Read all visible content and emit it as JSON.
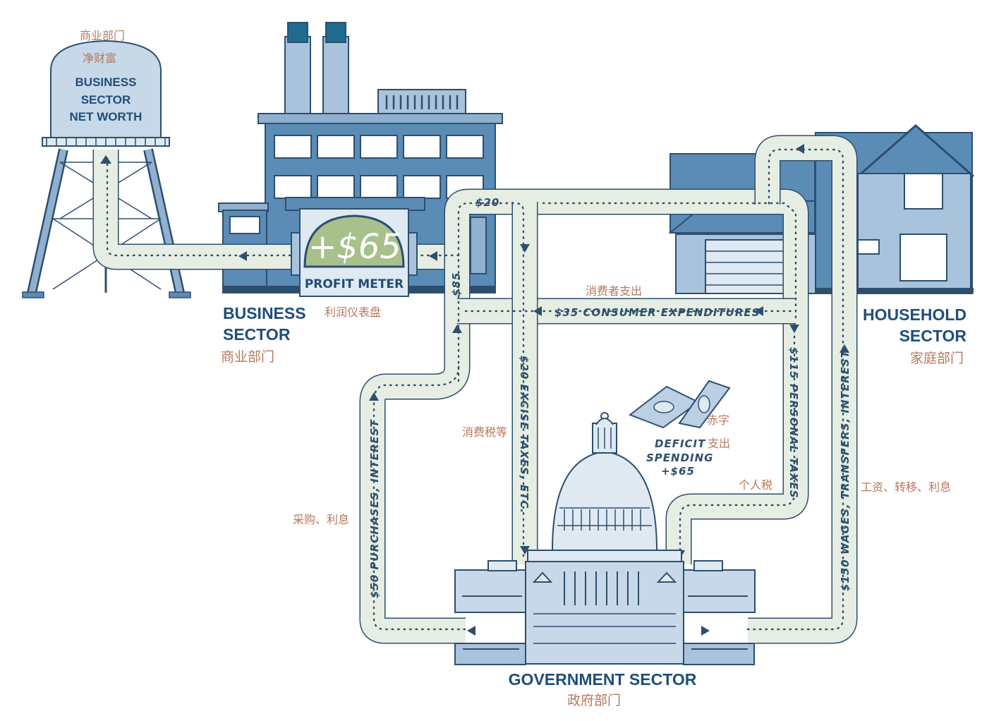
{
  "water_tower": {
    "cn_line1": "商业部门",
    "cn_line2": "净财富",
    "en_line1": "BUSINESS",
    "en_line2": "SECTOR",
    "en_line3": "NET WORTH"
  },
  "profit_meter": {
    "value": "+$65",
    "label": "PROFIT METER",
    "cn": "利润仪表盘"
  },
  "business_sector": {
    "en_line1": "BUSINESS",
    "en_line2": "SECTOR",
    "cn": "商业部门"
  },
  "household_sector": {
    "en_line1": "HOUSEHOLD",
    "en_line2": "SECTOR",
    "cn": "家庭部门"
  },
  "government_sector": {
    "en": "GOVERNMENT SECTOR",
    "cn": "政府部门"
  },
  "flows": {
    "top_small": "$20",
    "left_small": "$85",
    "consumer_cn": "消费者支出",
    "consumer": "$35 CONSUMER EXPENDITURES",
    "excise": "$20 EXCISE TAXES, ETC.",
    "excise_cn": "消费税等",
    "personal": "$115 PERSONAL TAXES",
    "personal_cn": "个人税",
    "wages": "$150 WAGES, TRANSFERS, INTEREST",
    "wages_cn": "工资、转移、利息",
    "purchases": "$50 PURCHASES, INTEREST",
    "purchases_cn": "采购、利息"
  },
  "deficit": {
    "cn_line1": "赤字",
    "cn_line2": "支出",
    "en_line1": "DEFICIT",
    "en_line2": "SPENDING",
    "en_line3": "+$65"
  },
  "colors": {
    "building_dark": "#5b8cb6",
    "building_light": "#a9c3dc",
    "outline": "#2d4f6e",
    "pipe": "#e6ede2",
    "meter_green": "#a8c08a",
    "label_blue": "#1f4e79",
    "label_cn": "#b5785a"
  }
}
